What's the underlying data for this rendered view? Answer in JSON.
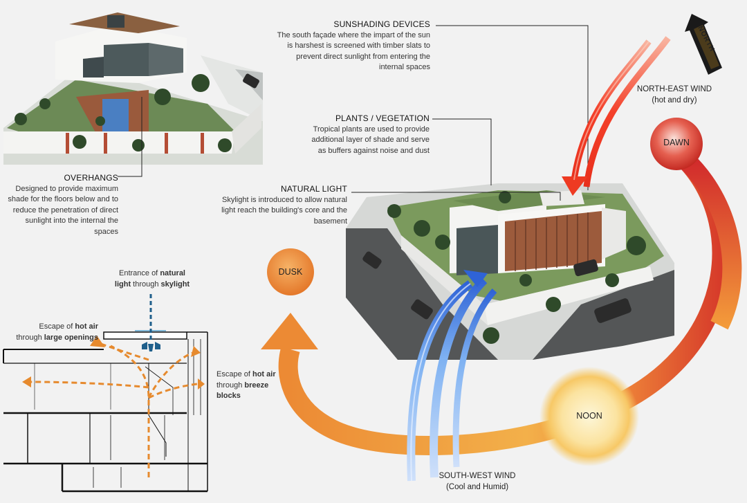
{
  "north": "NORTH",
  "sun_path": {
    "dawn": "DAWN",
    "noon": "NOON",
    "dusk": "DUSK"
  },
  "winds": {
    "northeast": {
      "title": "NORTH-EAST WIND",
      "sub": "(hot and dry)"
    },
    "southwest": {
      "title": "SOUTH-WEST WIND",
      "sub": "(Cool and Humid)"
    }
  },
  "callouts": {
    "sunshading": {
      "title": "SUNSHADING DEVICES",
      "lines": [
        "The south façade where the impart of the sun",
        "is harshest is screened with timber slats to",
        "prevent direct sunlight from entering the",
        "internal spaces"
      ]
    },
    "plants": {
      "title": "PLANTS / VEGETATION",
      "lines": [
        "Tropical plants are used to provide",
        "additional layer of shade and serve",
        "as buffers against noise and dust"
      ]
    },
    "natural_light": {
      "title": "NATURAL LIGHT",
      "lines": [
        "Skylight is introduced to allow natural",
        "light reach the building's core and the",
        "basement"
      ]
    },
    "overhangs": {
      "title": "OVERHANGS",
      "lines": [
        "Designed to provide maximum",
        "shade for the floors below and to",
        "reduce the penetration of direct",
        "sunlight into the internal the",
        "spaces"
      ]
    }
  },
  "section": {
    "entrance": {
      "l1a": "Entrance of ",
      "l1b": "natural",
      "l2a": "light",
      "l2b": " through ",
      "l2c": "skylight"
    },
    "escape_openings": {
      "l1a": "Escape of ",
      "l1b": "hot air",
      "l2a": "through ",
      "l2b": "large openings"
    },
    "escape_breeze": {
      "l1a": "Escape of ",
      "l1b": "hot air",
      "l2a": "through ",
      "l2b": "breeze blocks"
    }
  },
  "colors": {
    "dawn": "#d43a2a",
    "dusk": "#ea8a32",
    "noon": "#f6c55a",
    "sw_wind": "#6fa8f0",
    "ne_wind": "#f2452a",
    "hot_air": "#e68a2e",
    "light": "#1f5f8b"
  }
}
